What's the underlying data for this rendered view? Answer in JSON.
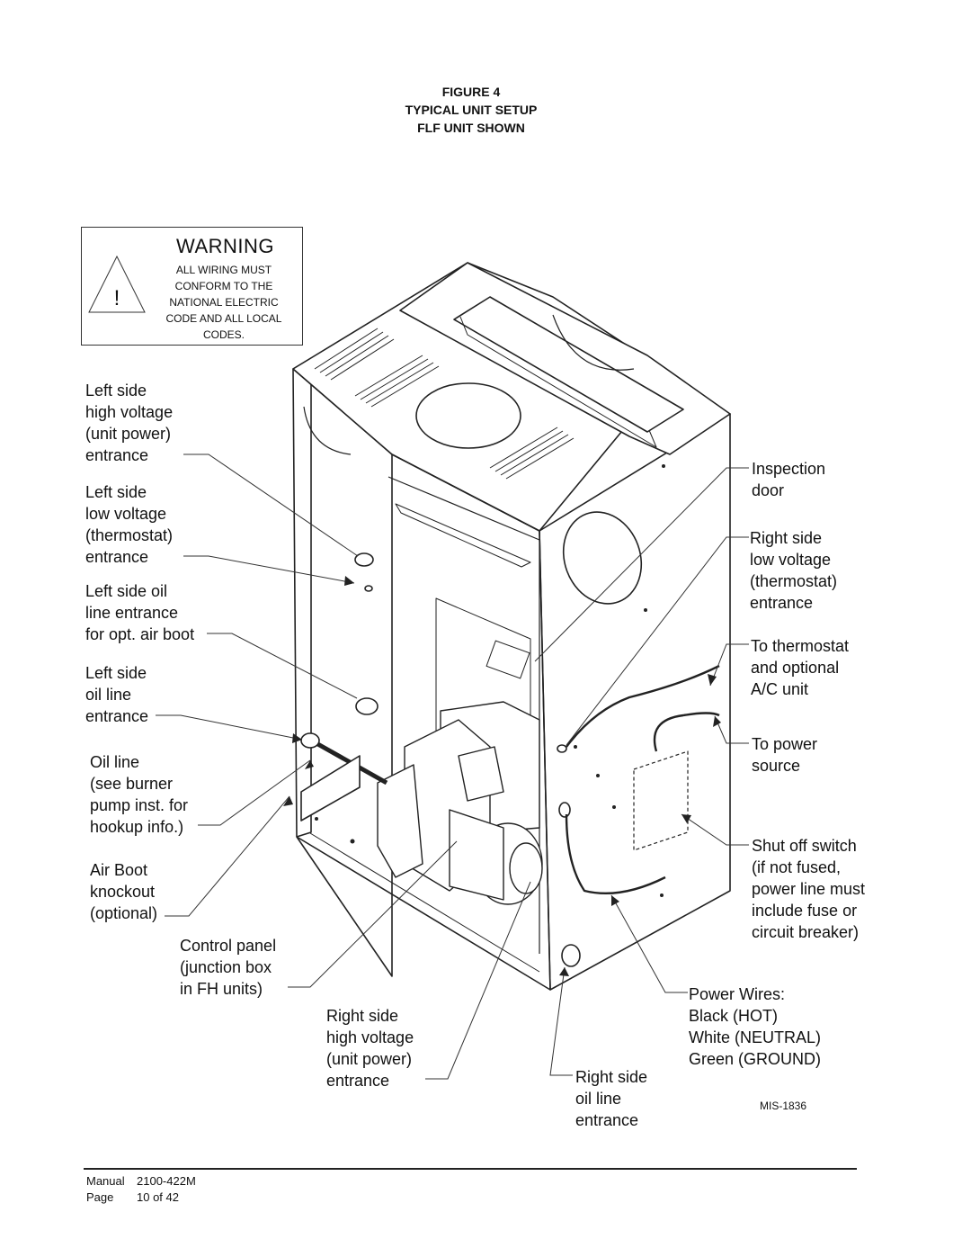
{
  "figure": {
    "number": "FIGURE  4",
    "title": "TYPICAL UNIT SETUP",
    "subtitle": "FLF UNIT SHOWN"
  },
  "warning": {
    "title": "WARNING",
    "symbol": "!",
    "lines": [
      "ALL WIRING MUST",
      "CONFORM TO THE",
      "NATIONAL ELECTRIC",
      "CODE AND ALL LOCAL",
      "CODES."
    ]
  },
  "labels": {
    "left_hv": [
      "Left side",
      "high voltage",
      "(unit power)",
      "entrance"
    ],
    "left_lv": [
      "Left side",
      "low voltage",
      "(thermostat)",
      "entrance"
    ],
    "left_oil_boot": [
      "Left side oil",
      "line entrance",
      "for opt. air boot"
    ],
    "left_oil": [
      "Left side",
      "oil line",
      "entrance"
    ],
    "oil_line": [
      "Oil line",
      "(see burner",
      "pump inst. for",
      "hookup info.)"
    ],
    "air_boot": [
      "Air Boot",
      "knockout",
      "(optional)"
    ],
    "control_panel": [
      "Control panel",
      "(junction box",
      "in FH units)"
    ],
    "right_hv": [
      "Right side",
      "high voltage",
      "(unit power)",
      "entrance"
    ],
    "right_oil": [
      "Right side",
      "oil line",
      "entrance"
    ],
    "inspection": [
      "Inspection",
      "door"
    ],
    "right_lv": [
      "Right side",
      "low voltage",
      "(thermostat)",
      "entrance"
    ],
    "thermostat": [
      "To thermostat",
      "and optional",
      "A/C unit"
    ],
    "power_source": [
      "To power",
      "source"
    ],
    "shutoff": [
      "Shut off switch",
      "(if not fused,",
      "power line must",
      "include fuse or",
      "circuit breaker)"
    ],
    "power_wires": [
      "Power Wires:",
      "Black (HOT)",
      "White (NEUTRAL)",
      "Green (GROUND)"
    ]
  },
  "drawing_id": "MIS-1836",
  "footer": {
    "manual_label": "Manual",
    "manual_value": "2100-422M",
    "page_label": "Page",
    "page_value": "10 of 42"
  }
}
